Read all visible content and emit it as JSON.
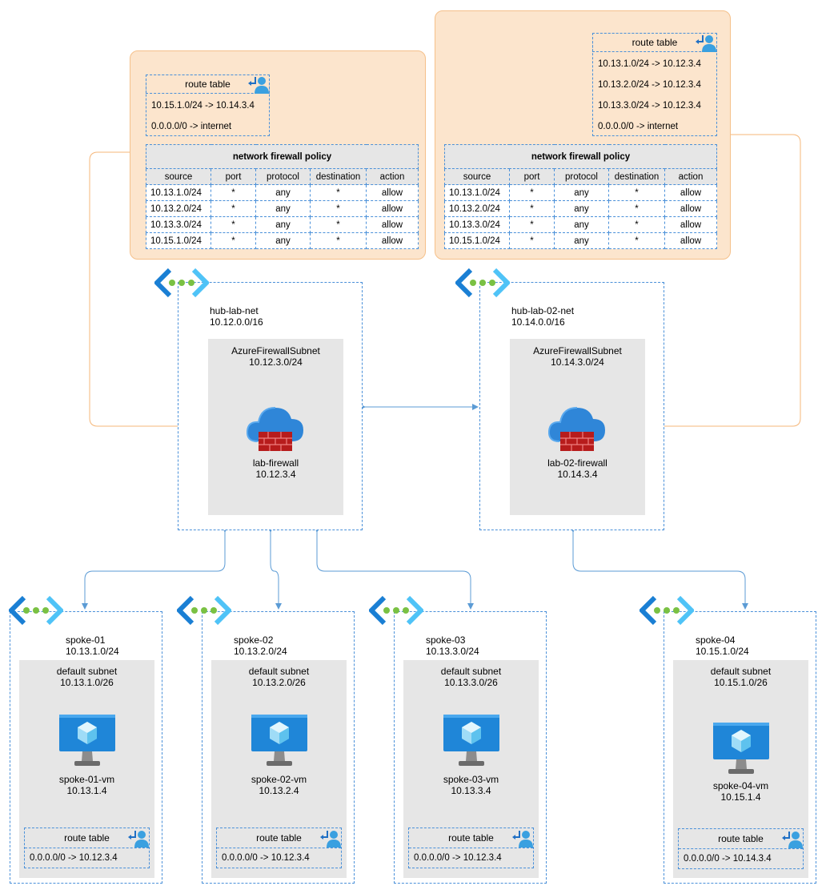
{
  "labels": {
    "route_table": "route table",
    "policy_title": "network firewall policy",
    "col_source": "source",
    "col_port": "port",
    "col_protocol": "protocol",
    "col_destination": "destination",
    "col_action": "action"
  },
  "policies": {
    "left": {
      "routes": [
        "10.15.1.0/24 -> 10.14.3.4",
        "0.0.0.0/0 -> internet"
      ],
      "rules": [
        [
          "10.13.1.0/24",
          "*",
          "any",
          "*",
          "allow"
        ],
        [
          "10.13.2.0/24",
          "*",
          "any",
          "*",
          "allow"
        ],
        [
          "10.13.3.0/24",
          "*",
          "any",
          "*",
          "allow"
        ],
        [
          "10.15.1.0/24",
          "*",
          "any",
          "*",
          "allow"
        ]
      ]
    },
    "right": {
      "routes": [
        "10.13.1.0/24 -> 10.12.3.4",
        "10.13.2.0/24 -> 10.12.3.4",
        "10.13.3.0/24 -> 10.12.3.4",
        "0.0.0.0/0 -> internet"
      ],
      "rules": [
        [
          "10.13.1.0/24",
          "*",
          "any",
          "*",
          "allow"
        ],
        [
          "10.13.2.0/24",
          "*",
          "any",
          "*",
          "allow"
        ],
        [
          "10.13.3.0/24",
          "*",
          "any",
          "*",
          "allow"
        ],
        [
          "10.15.1.0/24",
          "*",
          "any",
          "*",
          "allow"
        ]
      ]
    }
  },
  "hubs": {
    "hub1": {
      "name": "hub-lab-net",
      "cidr": "10.12.0.0/16",
      "subnet": "AzureFirewallSubnet",
      "subnet_cidr": "10.12.3.0/24",
      "fw_name": "lab-firewall",
      "fw_ip": "10.12.3.4"
    },
    "hub2": {
      "name": "hub-lab-02-net",
      "cidr": "10.14.0.0/16",
      "subnet": "AzureFirewallSubnet",
      "subnet_cidr": "10.14.3.0/24",
      "fw_name": "lab-02-firewall",
      "fw_ip": "10.14.3.4"
    }
  },
  "spokes": {
    "s1": {
      "name": "spoke-01",
      "cidr": "10.13.1.0/24",
      "subnet": "default subnet",
      "subnet_cidr": "10.13.1.0/26",
      "vm_name": "spoke-01-vm",
      "vm_ip": "10.13.1.4",
      "route": "0.0.0.0/0 -> 10.12.3.4"
    },
    "s2": {
      "name": "spoke-02",
      "cidr": "10.13.2.0/24",
      "subnet": "default subnet",
      "subnet_cidr": "10.13.2.0/26",
      "vm_name": "spoke-02-vm",
      "vm_ip": "10.13.2.4",
      "route": "0.0.0.0/0 -> 10.12.3.4"
    },
    "s3": {
      "name": "spoke-03",
      "cidr": "10.13.3.0/24",
      "subnet": "default subnet",
      "subnet_cidr": "10.13.3.0/26",
      "vm_name": "spoke-03-vm",
      "vm_ip": "10.13.3.4",
      "route": "0.0.0.0/0 -> 10.12.3.4"
    },
    "s4": {
      "name": "spoke-04",
      "cidr": "10.15.1.0/24",
      "subnet": "default subnet",
      "subnet_cidr": "10.15.1.0/26",
      "vm_name": "spoke-04-vm",
      "vm_ip": "10.15.1.4",
      "route": "0.0.0.0/0 -> 10.14.3.4"
    }
  },
  "colors": {
    "panel": "#fce5cd",
    "panel_border": "#f5c08a",
    "dash": "#4a90d9",
    "orange_line": "#f5b77a",
    "blue_line": "#5b9bd5",
    "subnet_gray": "#e6e6e6"
  },
  "icons": [
    "vnet-icon",
    "route-table-icon",
    "firewall-icon",
    "vm-icon"
  ]
}
